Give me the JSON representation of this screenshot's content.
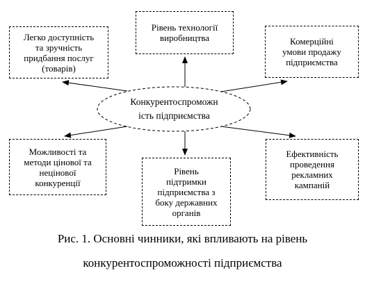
{
  "diagram": {
    "center": {
      "label": "Конкурентоспроможн\nість підприємства"
    },
    "factors": {
      "ease": "Легко доступність\nта зручність\nпридбання послуг\n(товарів)",
      "technology": "Рівень технології\nвиробництва",
      "commercial": "Комерційні\nумови продажу\nпідприємства",
      "competition": "Можливості та\nметоди цінової та\nнецінової\nконкуренції",
      "support": "Рівень\nпідтримки\nпідприємства з\nбоку державних\nорганів",
      "advertising": "Ефективність\nпроведення\nрекламних\nкампаній"
    }
  },
  "caption": {
    "line1": "Рис. 1. Основні чинники, які впливають на рівень",
    "line2": "конкурентоспроможності підприємства"
  }
}
